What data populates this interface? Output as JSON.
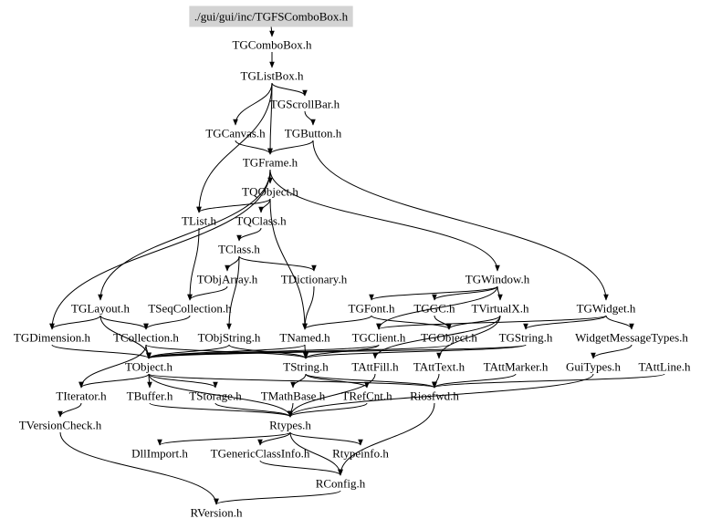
{
  "diagram": {
    "root": "./gui/gui/inc/TGFSComboBox.h",
    "nodes": {
      "root": "./gui/gui/inc/TGFSComboBox.h",
      "tgcombobox": "TGComboBox.h",
      "tglistbox": "TGListBox.h",
      "tgscrollbar": "TGScrollBar.h",
      "tgcanvas": "TGCanvas.h",
      "tgbutton": "TGButton.h",
      "tgframe": "TGFrame.h",
      "tqobject": "TQObject.h",
      "tlist": "TList.h",
      "tqclass": "TQClass.h",
      "tclass": "TClass.h",
      "tobjarray": "TObjArray.h",
      "tdictionary": "TDictionary.h",
      "tgwindow": "TGWindow.h",
      "tglayout": "TGLayout.h",
      "tseqcollection": "TSeqCollection.h",
      "tgfont": "TGFont.h",
      "tggc": "TGGC.h",
      "tvirtualx": "TVirtualX.h",
      "tgwidget": "TGWidget.h",
      "tgdimension": "TGDimension.h",
      "tcollection": "TCollection.h",
      "tobjstring": "TObjString.h",
      "tnamed": "TNamed.h",
      "tgclient": "TGClient.h",
      "tgobject": "TGObject.h",
      "tgstring": "TGString.h",
      "widgetmessagetypes": "WidgetMessageTypes.h",
      "tobject": "TObject.h",
      "tstring": "TString.h",
      "tattfill": "TAttFill.h",
      "tatttext": "TAttText.h",
      "tattmarker": "TAttMarker.h",
      "guitypes": "GuiTypes.h",
      "tattline": "TAttLine.h",
      "titerator": "TIterator.h",
      "tbuffer": "TBuffer.h",
      "tstorage": "TStorage.h",
      "tmathbase": "TMathBase.h",
      "trefcnt": "TRefCnt.h",
      "riosfwd": "Riosfwd.h",
      "tversioncheck": "TVersionCheck.h",
      "rtypes": "Rtypes.h",
      "dllimport": "DllImport.h",
      "tgenericclassinfo": "TGenericClassInfo.h",
      "rtypeinfo": "Rtypeinfo.h",
      "rconfig": "RConfig.h",
      "rversion": "RVersion.h"
    },
    "edges": [
      [
        "root",
        "tgcombobox"
      ],
      [
        "tgcombobox",
        "tglistbox"
      ],
      [
        "tglistbox",
        "tgscrollbar"
      ],
      [
        "tglistbox",
        "tgcanvas"
      ],
      [
        "tglistbox",
        "tgframe"
      ],
      [
        "tglistbox",
        "tlist"
      ],
      [
        "tgscrollbar",
        "tgbutton"
      ],
      [
        "tgbutton",
        "tgframe"
      ],
      [
        "tgbutton",
        "tgwidget"
      ],
      [
        "tgcanvas",
        "tgframe"
      ],
      [
        "tgframe",
        "tqobject"
      ],
      [
        "tgframe",
        "tgwindow"
      ],
      [
        "tgframe",
        "tglayout"
      ],
      [
        "tgframe",
        "tgdimension"
      ],
      [
        "tqobject",
        "tqclass"
      ],
      [
        "tqobject",
        "tlist"
      ],
      [
        "tqobject",
        "tnamed"
      ],
      [
        "tqclass",
        "tclass"
      ],
      [
        "tclass",
        "tobjarray"
      ],
      [
        "tclass",
        "tdictionary"
      ],
      [
        "tclass",
        "tobjstring"
      ],
      [
        "tobjarray",
        "tseqcollection"
      ],
      [
        "tdictionary",
        "tnamed"
      ],
      [
        "tlist",
        "tseqcollection"
      ],
      [
        "tseqcollection",
        "tcollection"
      ],
      [
        "tgwindow",
        "tggc"
      ],
      [
        "tgwindow",
        "tgclient"
      ],
      [
        "tgwindow",
        "tvirtualx"
      ],
      [
        "tgwindow",
        "tgfont"
      ],
      [
        "tggc",
        "tgobject"
      ],
      [
        "tgfont",
        "tnamed"
      ],
      [
        "tgfont",
        "tgobject"
      ],
      [
        "tvirtualx",
        "tgobject"
      ],
      [
        "tvirtualx",
        "tattfill"
      ],
      [
        "tvirtualx",
        "tatttext"
      ],
      [
        "tgwidget",
        "tgstring"
      ],
      [
        "tgwidget",
        "widgetmessagetypes"
      ],
      [
        "tgwidget",
        "tgclient"
      ],
      [
        "tglayout",
        "tgdimension"
      ],
      [
        "tglayout",
        "tobject"
      ],
      [
        "tglayout",
        "tcollection"
      ],
      [
        "tgdimension",
        "tobject"
      ],
      [
        "tcollection",
        "tobject"
      ],
      [
        "tcollection",
        "titerator"
      ],
      [
        "tcollection",
        "tstring"
      ],
      [
        "tobjstring",
        "tobject"
      ],
      [
        "tobjstring",
        "tstring"
      ],
      [
        "tnamed",
        "tobject"
      ],
      [
        "tnamed",
        "tstring"
      ],
      [
        "tgclient",
        "tobject"
      ],
      [
        "tgclient",
        "tstring"
      ],
      [
        "tgobject",
        "tobject"
      ],
      [
        "tgstring",
        "tstring"
      ],
      [
        "tgstring",
        "tobject"
      ],
      [
        "widgetmessagetypes",
        "guitypes"
      ],
      [
        "tobject",
        "titerator"
      ],
      [
        "tobject",
        "tbuffer"
      ],
      [
        "tobject",
        "tstorage"
      ],
      [
        "tobject",
        "riosfwd"
      ],
      [
        "tobject",
        "rtypes"
      ],
      [
        "tstring",
        "tmathbase"
      ],
      [
        "tstring",
        "trefcnt"
      ],
      [
        "tstring",
        "riosfwd"
      ],
      [
        "tattfill",
        "rtypes"
      ],
      [
        "tatttext",
        "riosfwd"
      ],
      [
        "tattmarker",
        "riosfwd"
      ],
      [
        "tattline",
        "riosfwd"
      ],
      [
        "guitypes",
        "rtypes"
      ],
      [
        "titerator",
        "tversioncheck"
      ],
      [
        "tbuffer",
        "rtypes"
      ],
      [
        "tstorage",
        "rtypes"
      ],
      [
        "tmathbase",
        "rtypes"
      ],
      [
        "trefcnt",
        "rtypes"
      ],
      [
        "riosfwd",
        "rconfig"
      ],
      [
        "tversioncheck",
        "rversion"
      ],
      [
        "rtypes",
        "dllimport"
      ],
      [
        "rtypes",
        "tgenericclassinfo"
      ],
      [
        "rtypes",
        "rtypeinfo"
      ],
      [
        "rtypes",
        "rconfig"
      ],
      [
        "tgenericclassinfo",
        "rconfig"
      ],
      [
        "rconfig",
        "rversion"
      ]
    ]
  }
}
